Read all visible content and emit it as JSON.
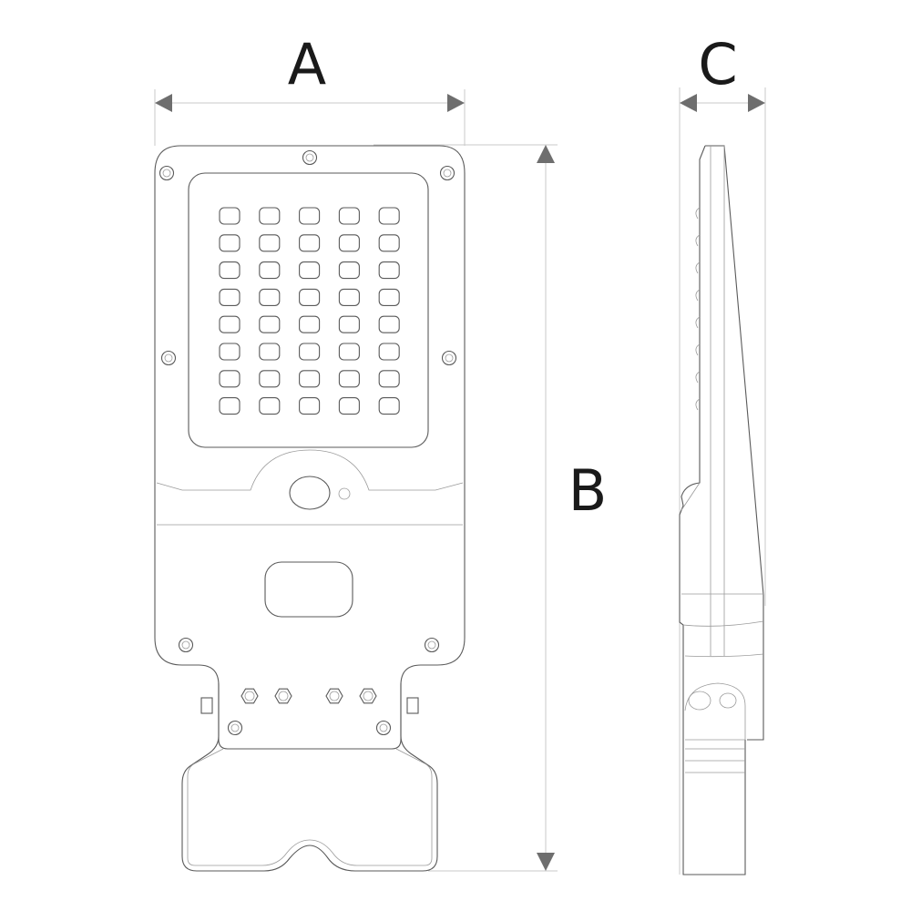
{
  "dimensions": {
    "width_label": "A",
    "height_label": "B",
    "depth_label": "C"
  },
  "led_grid": {
    "columns": 5,
    "rows": 8
  },
  "colors": {
    "outline": "#5a5a5a",
    "dimension_line": "#c8c8c8",
    "arrow": "#6e6e6e",
    "label": "#1a1a1a"
  }
}
